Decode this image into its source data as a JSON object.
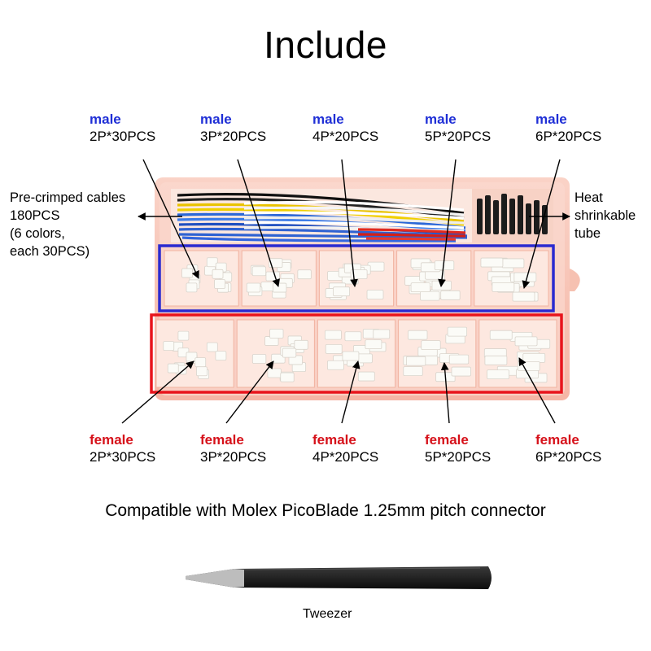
{
  "title": "Include",
  "male": [
    {
      "kind": "male",
      "qty": "2P*30PCS"
    },
    {
      "kind": "male",
      "qty": "3P*20PCS"
    },
    {
      "kind": "male",
      "qty": "4P*20PCS"
    },
    {
      "kind": "male",
      "qty": "5P*20PCS"
    },
    {
      "kind": "male",
      "qty": "6P*20PCS"
    }
  ],
  "female": [
    {
      "kind": "female",
      "qty": "2P*30PCS"
    },
    {
      "kind": "female",
      "qty": "3P*20PCS"
    },
    {
      "kind": "female",
      "qty": "4P*20PCS"
    },
    {
      "kind": "female",
      "qty": "5P*20PCS"
    },
    {
      "kind": "female",
      "qty": "6P*20PCS"
    }
  ],
  "cables": {
    "line1": "Pre-crimped cables",
    "line2": "180PCS",
    "line3": "(6 colors,",
    "line4": "each 30PCS)"
  },
  "heat": {
    "line1": "Heat",
    "line2": "shrinkable",
    "line3": "tube"
  },
  "compat": "Compatible with Molex PicoBlade 1.25mm pitch connector",
  "tweezer": "Tweezer",
  "colors": {
    "male": "#1f2fd6",
    "female": "#d6111a",
    "box": "#f6b7a6"
  }
}
